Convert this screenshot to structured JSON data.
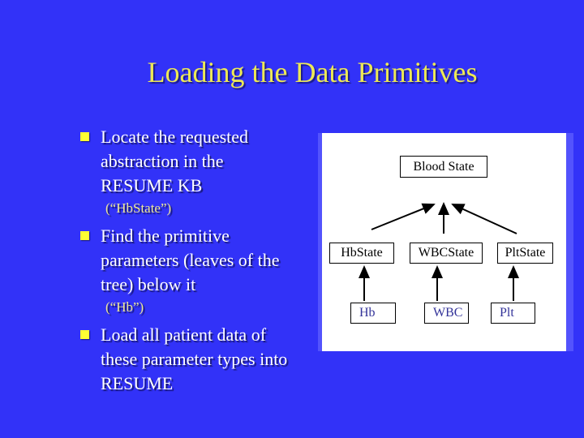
{
  "slide": {
    "title": "Loading the Data Primitives",
    "bullets": [
      {
        "lines": [
          "Locate the requested",
          "abstraction in the",
          "RESUME KB"
        ],
        "note": "(“HbState”)"
      },
      {
        "lines": [
          "Find the primitive",
          "parameters (leaves of the",
          "tree) below it"
        ],
        "note": "(“Hb”)"
      },
      {
        "lines": [
          "Load all patient data of",
          "these parameter types into",
          "RESUME"
        ]
      }
    ]
  },
  "diagram": {
    "root": "Blood State",
    "middle": [
      "HbState",
      "WBCState",
      "PltState"
    ],
    "leaves": [
      "Hb",
      "WBC",
      "Plt"
    ]
  },
  "colors": {
    "background": "#3232F8",
    "title_yellow": "#EDE955",
    "note_yellow": "#EDE896",
    "bullet_square": "#FFFF33",
    "body_text": "#FFFFFF",
    "panel_halo": "#5353FD",
    "panel": "#FFFFFF",
    "leaf_text": "#333399",
    "edge": "#000000"
  }
}
